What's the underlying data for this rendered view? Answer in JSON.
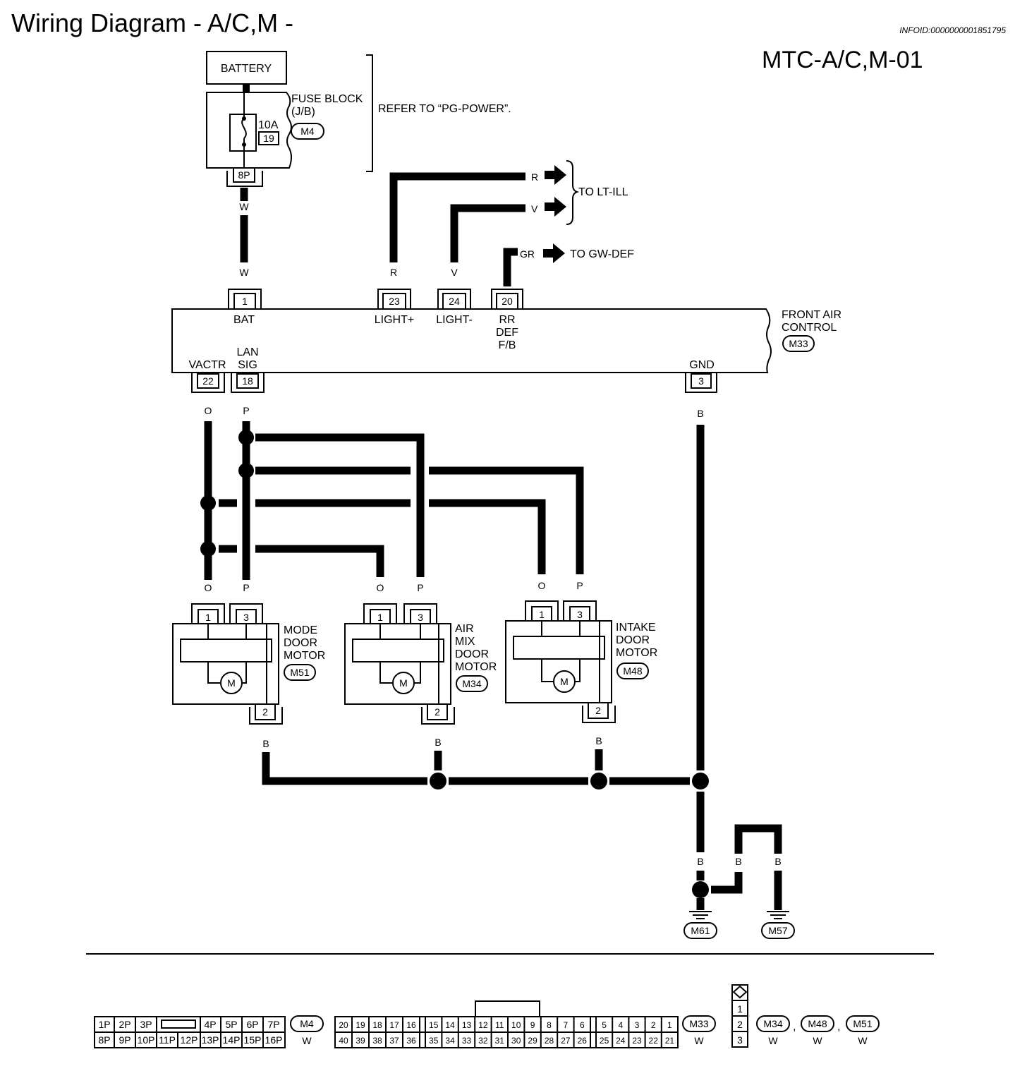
{
  "header": {
    "title": "Wiring Diagram - A/C,M -",
    "info_id": "INFOID:0000000001851795",
    "diagram_code": "MTC-A/C,M-01"
  },
  "power": {
    "battery": "BATTERY",
    "fuse_block": "FUSE BLOCK",
    "fuse_block_sub": "(J/B)",
    "fuse_rating": "10A",
    "fuse_number": "19",
    "connector": "M4",
    "terminal": "8P",
    "refer": "REFER TO “PG-POWER”."
  },
  "wires": {
    "w": "W",
    "r": "R",
    "v": "V",
    "gr": "GR",
    "o": "O",
    "p": "P",
    "b": "B"
  },
  "destinations": {
    "lt_ill": "TO LT-ILL",
    "gw_def": "TO GW-DEF"
  },
  "front_air_control": {
    "name_line1": "FRONT AIR",
    "name_line2": "CONTROL",
    "connector": "M33",
    "pins": {
      "bat_num": "1",
      "bat": "BAT",
      "light_pos_num": "23",
      "light_pos": "LIGHT+",
      "light_neg_num": "24",
      "light_neg": "LIGHT-",
      "rrdef_num": "20",
      "rrdef_1": "RR",
      "rrdef_2": "DEF",
      "rrdef_3": "F/B",
      "vactr_num": "22",
      "vactr": "VACTR",
      "lan_num": "18",
      "lan_1": "LAN",
      "lan_2": "SIG",
      "gnd_num": "3",
      "gnd": "GND"
    }
  },
  "motors": [
    {
      "name": [
        "MODE",
        "DOOR",
        "MOTOR"
      ],
      "connector": "M51"
    },
    {
      "name": [
        "AIR",
        "MIX",
        "DOOR",
        "MOTOR"
      ],
      "connector": "M34"
    },
    {
      "name": [
        "INTAKE",
        "DOOR",
        "MOTOR"
      ],
      "connector": "M48"
    }
  ],
  "motor_pins": {
    "p1": "1",
    "p3": "3",
    "p2": "2",
    "m": "M"
  },
  "grounds": {
    "g1": "M61",
    "g2": "M57"
  },
  "connector_legend": {
    "m4": {
      "row1": [
        "1P",
        "2P",
        "3P",
        "",
        "4P",
        "5P",
        "6P",
        "7P"
      ],
      "row2": [
        "8P",
        "9P",
        "10P",
        "11P",
        "12P",
        "13P",
        "14P",
        "15P",
        "16P"
      ],
      "id": "M4",
      "color": "W"
    },
    "m33": {
      "row1": [
        "20",
        "19",
        "18",
        "17",
        "16",
        "15",
        "14",
        "13",
        "12",
        "11",
        "10",
        "9",
        "8",
        "7",
        "6",
        "5",
        "4",
        "3",
        "2",
        "1"
      ],
      "row2": [
        "40",
        "39",
        "38",
        "37",
        "36",
        "35",
        "34",
        "33",
        "32",
        "31",
        "30",
        "29",
        "28",
        "27",
        "26",
        "25",
        "24",
        "23",
        "22",
        "21"
      ],
      "id": "M33",
      "color": "W"
    },
    "motor_conn": {
      "pins": [
        "1",
        "2",
        "3"
      ],
      "ids": [
        "M34",
        "M48",
        "M51"
      ],
      "color": "W",
      "sep": ","
    }
  }
}
